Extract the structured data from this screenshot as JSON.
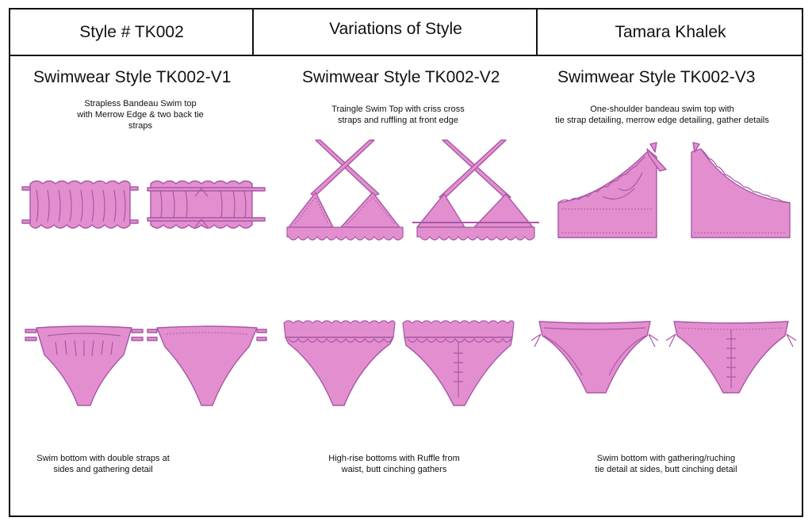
{
  "header": {
    "style_number": "Style # TK002",
    "section": "Variations of Style",
    "designer": "Tamara Khalek"
  },
  "colors": {
    "garment_fill": "#e38fcf",
    "garment_line": "#a857a5",
    "border": "#111111"
  },
  "variations": [
    {
      "title": "Swimwear Style TK002-V1",
      "top_desc": "Strapless Bandeau Swim top\nwith Merrow Edge & two back tie\nstraps",
      "bottom_desc": "Swim bottom with double straps at\nsides and gathering detail"
    },
    {
      "title": "Swimwear Style TK002-V2",
      "top_desc": "Traingle Swim Top with criss cross\nstraps and ruffling at front edge",
      "bottom_desc": "High-rise bottoms with Ruffle from\nwaist, butt cinching gathers"
    },
    {
      "title": "Swimwear Style TK002-V3",
      "top_desc": "One-shoulder bandeau swim top with\ntie strap detailing, merrow edge detailing, gather details",
      "bottom_desc": "Swim bottom with gathering/ruching\ntie detail at sides, butt cinching detail"
    }
  ]
}
